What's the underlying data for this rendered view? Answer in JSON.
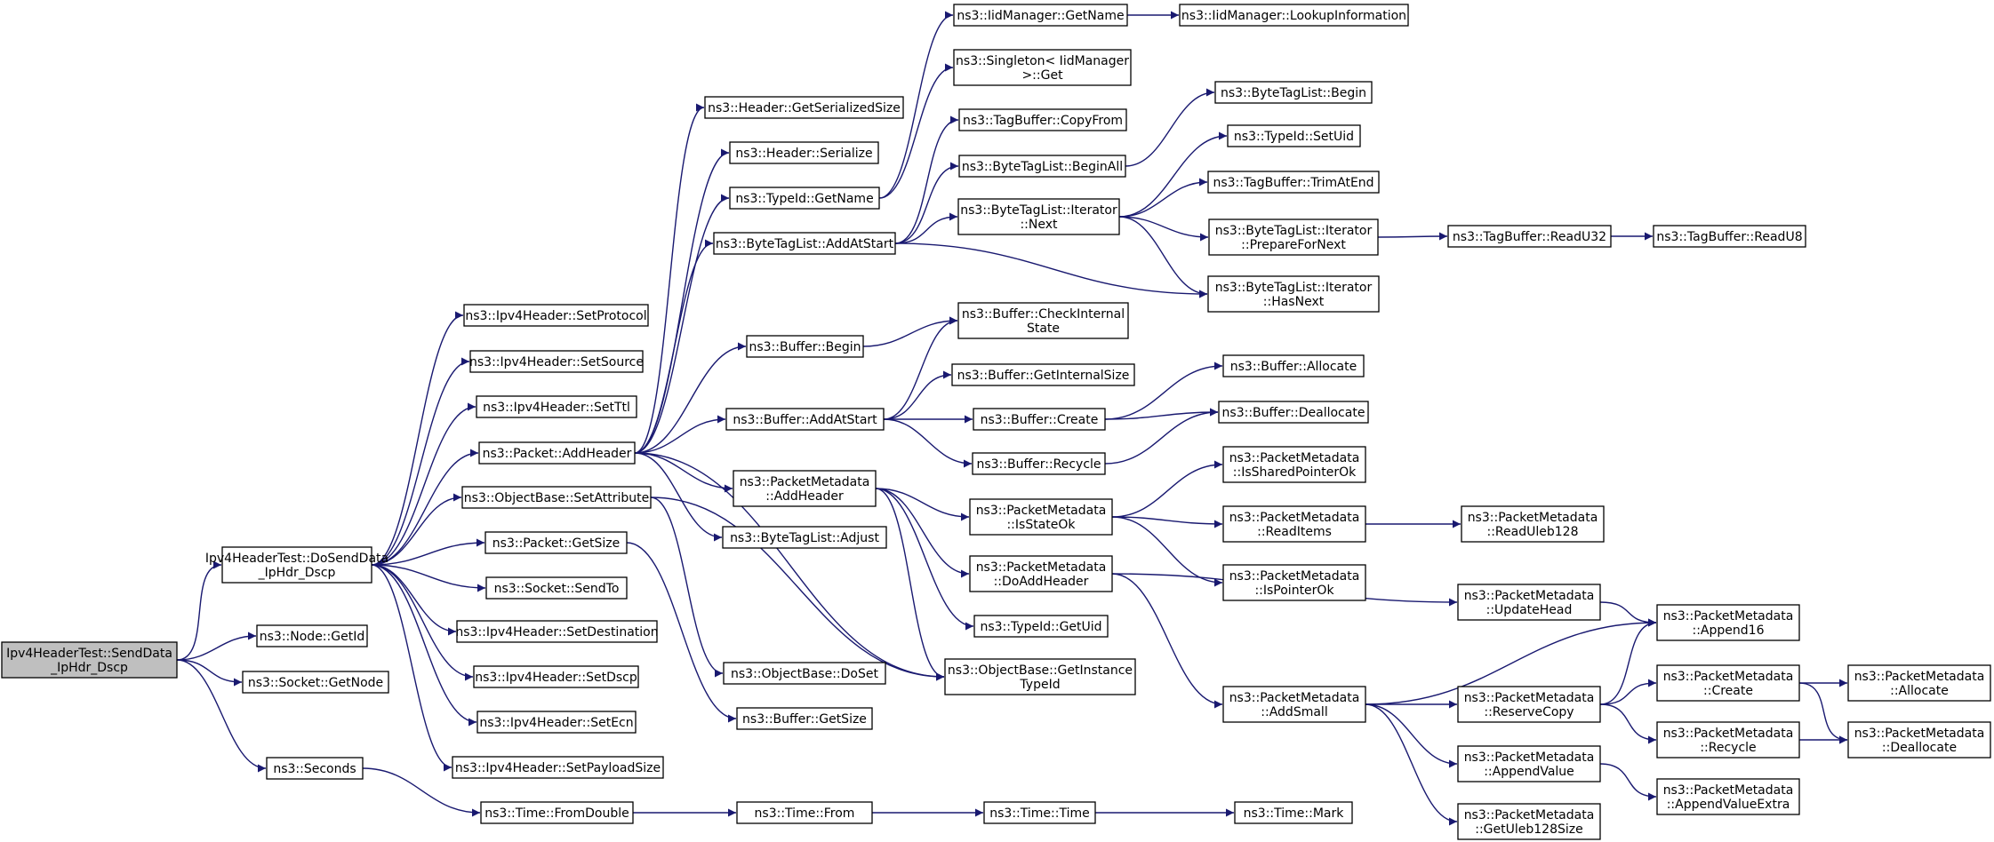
{
  "diagram": {
    "type": "doxygen-call-graph",
    "colors": {
      "edge": "#191970",
      "root_fill": "#bfbfbf",
      "node_fill": "#ffffff",
      "border": "#000000"
    },
    "nodes": {
      "root": {
        "lines": [
          "Ipv4HeaderTest::SendData",
          "_IpHdr_Dscp"
        ]
      },
      "doSend": {
        "lines": [
          "Ipv4HeaderTest::DoSendData",
          "_IpHdr_Dscp"
        ]
      },
      "nodeGetId": {
        "lines": [
          "ns3::Node::GetId"
        ]
      },
      "sockGetNode": {
        "lines": [
          "ns3::Socket::GetNode"
        ]
      },
      "seconds": {
        "lines": [
          "ns3::Seconds"
        ]
      },
      "setProtocol": {
        "lines": [
          "ns3::Ipv4Header::SetProtocol"
        ]
      },
      "setSource": {
        "lines": [
          "ns3::Ipv4Header::SetSource"
        ]
      },
      "setTtl": {
        "lines": [
          "ns3::Ipv4Header::SetTtl"
        ]
      },
      "addHeader": {
        "lines": [
          "ns3::Packet::AddHeader"
        ]
      },
      "setAttr": {
        "lines": [
          "ns3::ObjectBase::SetAttribute"
        ]
      },
      "pktGetSize": {
        "lines": [
          "ns3::Packet::GetSize"
        ]
      },
      "sendTo": {
        "lines": [
          "ns3::Socket::SendTo"
        ]
      },
      "setDest": {
        "lines": [
          "ns3::Ipv4Header::SetDestination"
        ]
      },
      "setDscp": {
        "lines": [
          "ns3::Ipv4Header::SetDscp"
        ]
      },
      "setEcn": {
        "lines": [
          "ns3::Ipv4Header::SetEcn"
        ]
      },
      "setPayload": {
        "lines": [
          "ns3::Ipv4Header::SetPayloadSize"
        ]
      },
      "fromDouble": {
        "lines": [
          "ns3::Time::FromDouble"
        ]
      },
      "hdrGetSer": {
        "lines": [
          "ns3::Header::GetSerializedSize"
        ]
      },
      "hdrSer": {
        "lines": [
          "ns3::Header::Serialize"
        ]
      },
      "typeGetName": {
        "lines": [
          "ns3::TypeId::GetName"
        ]
      },
      "btlAddAt": {
        "lines": [
          "ns3::ByteTagList::AddAtStart"
        ]
      },
      "bufBegin": {
        "lines": [
          "ns3::Buffer::Begin"
        ]
      },
      "bufAddAt": {
        "lines": [
          "ns3::Buffer::AddAtStart"
        ]
      },
      "pmAddHdr": {
        "lines": [
          "ns3::PacketMetadata",
          "::AddHeader"
        ]
      },
      "btlAdjust": {
        "lines": [
          "ns3::ByteTagList::Adjust"
        ]
      },
      "obDoSet": {
        "lines": [
          "ns3::ObjectBase::DoSet"
        ]
      },
      "bufGetSize": {
        "lines": [
          "ns3::Buffer::GetSize"
        ]
      },
      "timeFrom": {
        "lines": [
          "ns3::Time::From"
        ]
      },
      "iidGetName": {
        "lines": [
          "ns3::IidManager::GetName"
        ]
      },
      "singleton": {
        "lines": [
          "ns3::Singleton< IidManager",
          ">::Get"
        ]
      },
      "tbCopyFrom": {
        "lines": [
          "ns3::TagBuffer::CopyFrom"
        ]
      },
      "btlBeginAll": {
        "lines": [
          "ns3::ByteTagList::BeginAll"
        ]
      },
      "btlItNext": {
        "lines": [
          "ns3::ByteTagList::Iterator",
          "::Next"
        ]
      },
      "bufCheck": {
        "lines": [
          "ns3::Buffer::CheckInternal",
          "State"
        ]
      },
      "bufGetInt": {
        "lines": [
          "ns3::Buffer::GetInternalSize"
        ]
      },
      "bufCreate": {
        "lines": [
          "ns3::Buffer::Create"
        ]
      },
      "bufRecycle": {
        "lines": [
          "ns3::Buffer::Recycle"
        ]
      },
      "pmIsState": {
        "lines": [
          "ns3::PacketMetadata",
          "::IsStateOk"
        ]
      },
      "pmDoAdd": {
        "lines": [
          "ns3::PacketMetadata",
          "::DoAddHeader"
        ]
      },
      "tidGetUid": {
        "lines": [
          "ns3::TypeId::GetUid"
        ]
      },
      "obGetInst": {
        "lines": [
          "ns3::ObjectBase::GetInstance",
          "TypeId"
        ]
      },
      "timeTime": {
        "lines": [
          "ns3::Time::Time"
        ]
      },
      "iidLookup": {
        "lines": [
          "ns3::IidManager::LookupInformation"
        ]
      },
      "btlBegin": {
        "lines": [
          "ns3::ByteTagList::Begin"
        ]
      },
      "tidSetUid": {
        "lines": [
          "ns3::TypeId::SetUid"
        ]
      },
      "tbTrim": {
        "lines": [
          "ns3::TagBuffer::TrimAtEnd"
        ]
      },
      "btlItPrep": {
        "lines": [
          "ns3::ByteTagList::Iterator",
          "::PrepareForNext"
        ]
      },
      "btlItHas": {
        "lines": [
          "ns3::ByteTagList::Iterator",
          "::HasNext"
        ]
      },
      "bufAlloc": {
        "lines": [
          "ns3::Buffer::Allocate"
        ]
      },
      "bufDealloc": {
        "lines": [
          "ns3::Buffer::Deallocate"
        ]
      },
      "pmIsShared": {
        "lines": [
          "ns3::PacketMetadata",
          "::IsSharedPointerOk"
        ]
      },
      "pmReadItems": {
        "lines": [
          "ns3::PacketMetadata",
          "::ReadItems"
        ]
      },
      "pmIsPtr": {
        "lines": [
          "ns3::PacketMetadata",
          "::IsPointerOk"
        ]
      },
      "pmAddSmall": {
        "lines": [
          "ns3::PacketMetadata",
          "::AddSmall"
        ]
      },
      "timeMark": {
        "lines": [
          "ns3::Time::Mark"
        ]
      },
      "tbReadU32": {
        "lines": [
          "ns3::TagBuffer::ReadU32"
        ]
      },
      "pmReadUleb": {
        "lines": [
          "ns3::PacketMetadata",
          "::ReadUleb128"
        ]
      },
      "pmUpdHead": {
        "lines": [
          "ns3::PacketMetadata",
          "::UpdateHead"
        ]
      },
      "pmResCopy": {
        "lines": [
          "ns3::PacketMetadata",
          "::ReserveCopy"
        ]
      },
      "pmAppVal": {
        "lines": [
          "ns3::PacketMetadata",
          "::AppendValue"
        ]
      },
      "pmGetUleb": {
        "lines": [
          "ns3::PacketMetadata",
          "::GetUleb128Size"
        ]
      },
      "tbReadU8": {
        "lines": [
          "ns3::TagBuffer::ReadU8"
        ]
      },
      "pmApp16": {
        "lines": [
          "ns3::PacketMetadata",
          "::Append16"
        ]
      },
      "pmCreate": {
        "lines": [
          "ns3::PacketMetadata",
          "::Create"
        ]
      },
      "pmRecycle": {
        "lines": [
          "ns3::PacketMetadata",
          "::Recycle"
        ]
      },
      "pmAppValEx": {
        "lines": [
          "ns3::PacketMetadata",
          "::AppendValueExtra"
        ]
      },
      "pmAlloc": {
        "lines": [
          "ns3::PacketMetadata",
          "::Allocate"
        ]
      },
      "pmDealloc": {
        "lines": [
          "ns3::PacketMetadata",
          "::Deallocate"
        ]
      }
    },
    "edges": [
      [
        "root",
        "doSend"
      ],
      [
        "root",
        "nodeGetId"
      ],
      [
        "root",
        "sockGetNode"
      ],
      [
        "root",
        "seconds"
      ],
      [
        "doSend",
        "setProtocol"
      ],
      [
        "doSend",
        "setSource"
      ],
      [
        "doSend",
        "setTtl"
      ],
      [
        "doSend",
        "addHeader"
      ],
      [
        "doSend",
        "setAttr"
      ],
      [
        "doSend",
        "pktGetSize"
      ],
      [
        "doSend",
        "sendTo"
      ],
      [
        "doSend",
        "setDest"
      ],
      [
        "doSend",
        "setDscp"
      ],
      [
        "doSend",
        "setEcn"
      ],
      [
        "doSend",
        "setPayload"
      ],
      [
        "seconds",
        "fromDouble"
      ],
      [
        "addHeader",
        "hdrGetSer"
      ],
      [
        "addHeader",
        "hdrSer"
      ],
      [
        "addHeader",
        "typeGetName"
      ],
      [
        "addHeader",
        "btlAddAt"
      ],
      [
        "addHeader",
        "bufBegin"
      ],
      [
        "addHeader",
        "bufAddAt"
      ],
      [
        "addHeader",
        "pmAddHdr"
      ],
      [
        "addHeader",
        "btlAdjust"
      ],
      [
        "addHeader",
        "obGetInst"
      ],
      [
        "setAttr",
        "obDoSet"
      ],
      [
        "setAttr",
        "obGetInst"
      ],
      [
        "pktGetSize",
        "bufGetSize"
      ],
      [
        "fromDouble",
        "timeFrom"
      ],
      [
        "typeGetName",
        "iidGetName"
      ],
      [
        "typeGetName",
        "singleton"
      ],
      [
        "btlAddAt",
        "tbCopyFrom"
      ],
      [
        "btlAddAt",
        "btlBeginAll"
      ],
      [
        "btlAddAt",
        "btlItNext"
      ],
      [
        "btlAddAt",
        "btlItHas"
      ],
      [
        "bufBegin",
        "bufCheck"
      ],
      [
        "bufAddAt",
        "bufCheck"
      ],
      [
        "bufAddAt",
        "bufGetInt"
      ],
      [
        "bufAddAt",
        "bufCreate"
      ],
      [
        "bufAddAt",
        "bufRecycle"
      ],
      [
        "pmAddHdr",
        "pmIsState"
      ],
      [
        "pmAddHdr",
        "pmDoAdd"
      ],
      [
        "pmAddHdr",
        "tidGetUid"
      ],
      [
        "pmAddHdr",
        "obGetInst"
      ],
      [
        "timeFrom",
        "timeTime"
      ],
      [
        "iidGetName",
        "iidLookup"
      ],
      [
        "btlBeginAll",
        "btlBegin"
      ],
      [
        "btlItNext",
        "tidSetUid"
      ],
      [
        "btlItNext",
        "tbTrim"
      ],
      [
        "btlItNext",
        "btlItPrep"
      ],
      [
        "btlItNext",
        "btlItHas"
      ],
      [
        "bufCreate",
        "bufAlloc"
      ],
      [
        "bufCreate",
        "bufDealloc"
      ],
      [
        "bufRecycle",
        "bufDealloc"
      ],
      [
        "pmIsState",
        "pmIsShared"
      ],
      [
        "pmIsState",
        "pmReadItems"
      ],
      [
        "pmIsState",
        "pmIsPtr"
      ],
      [
        "pmDoAdd",
        "pmUpdHead"
      ],
      [
        "pmDoAdd",
        "pmAddSmall"
      ],
      [
        "timeTime",
        "timeMark"
      ],
      [
        "btlItPrep",
        "tbReadU32"
      ],
      [
        "pmReadItems",
        "pmReadUleb"
      ],
      [
        "pmAddSmall",
        "pmApp16"
      ],
      [
        "pmAddSmall",
        "pmResCopy"
      ],
      [
        "pmAddSmall",
        "pmAppVal"
      ],
      [
        "pmAddSmall",
        "pmGetUleb"
      ],
      [
        "tbReadU32",
        "tbReadU8"
      ],
      [
        "pmUpdHead",
        "pmApp16"
      ],
      [
        "pmResCopy",
        "pmApp16"
      ],
      [
        "pmResCopy",
        "pmCreate"
      ],
      [
        "pmResCopy",
        "pmRecycle"
      ],
      [
        "pmAppVal",
        "pmAppValEx"
      ],
      [
        "pmCreate",
        "pmAlloc"
      ],
      [
        "pmCreate",
        "pmDealloc"
      ],
      [
        "pmRecycle",
        "pmDealloc"
      ]
    ]
  }
}
